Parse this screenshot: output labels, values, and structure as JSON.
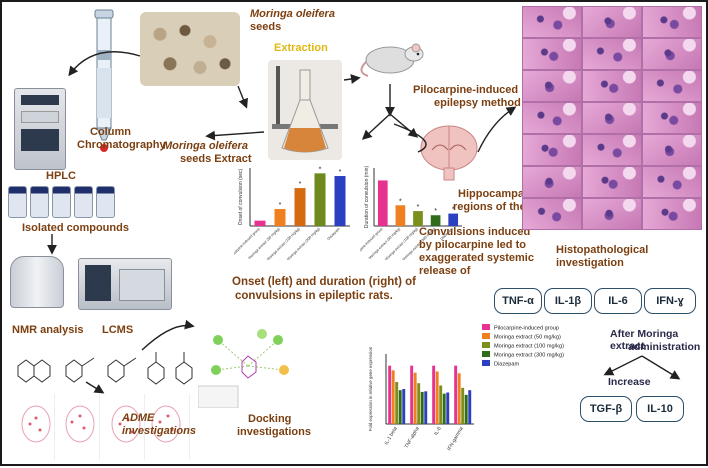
{
  "labels": {
    "moringa_seeds_line1": "Moringa oleifera",
    "moringa_seeds_line2": "seeds",
    "extraction": "Extraction",
    "pilocarpine_line1": "Pilocarpine-induced",
    "pilocarpine_line2": "epilepsy method",
    "column_line1": "Column",
    "column_line2": "Chromatography",
    "seeds_extract_line1": "Moringa oleifera",
    "seeds_extract_line2": "seeds Extract",
    "hplc": "HPLC",
    "isolated": "Isolated compounds",
    "nmr": "NMR analysis",
    "lcms": "LCMS",
    "hippocampal_line1": "Hippocampal",
    "hippocampal_line2": "regions of the brain",
    "histopath": "Histopathological investigation",
    "convulsions_line1": "Convulsions induced",
    "convulsions_line2": "by pilocarpine led to",
    "convulsions_line3": "exaggerated systemic",
    "convulsions_line4": "release of",
    "onset_line1": "Onset (left) and duration (right) of",
    "onset_line2": "convulsions in epileptic rats.",
    "adme_line1": "ADME",
    "adme_line2": "investigations",
    "docking_line1": "Docking",
    "docking_line2": "investigations",
    "after_line1": "After Moringa extract",
    "after_line2": "administration",
    "increase": "Increase"
  },
  "cytokines_release": [
    "TNF-α",
    "IL-1β",
    "IL-6",
    "IFN-ɣ"
  ],
  "cytokines_increase": [
    "TGF-β",
    "IL-10"
  ],
  "colors": {
    "label_brown": "#7b3f10",
    "pink": "#e6338f",
    "orange": "#f07f1f",
    "olive": "#7a8f1c",
    "dark_green": "#2f6d1a",
    "blue": "#2b3fc0",
    "histology": "#d58cc5"
  },
  "chart_data": [
    {
      "type": "bar",
      "ylabel": "Onset of convulsion (sec)",
      "categories": [
        "Pilocarpine-induced group",
        "Moringa extract (50 mg/kg)",
        "Moringa extract (100 mg/kg)",
        "Moringa extract (300 mg/kg)",
        "Diazepam"
      ],
      "values": [
        12,
        38,
        85,
        118,
        112
      ],
      "ylim": [
        0,
        130
      ],
      "colors": [
        "#e6338f",
        "#f07f1f",
        "#d46a12",
        "#6f8a1c",
        "#2b3fc0"
      ],
      "markers": [
        "",
        "*",
        "*",
        "*",
        "*"
      ]
    },
    {
      "type": "bar",
      "ylabel": "Duration of convulsion (min)",
      "categories": [
        "Pilocarpine-induced group",
        "Moringa extract (50 mg/kg)",
        "Moringa extract (100 mg/kg)",
        "Moringa extract (300 mg/kg)",
        "Diazepam"
      ],
      "values": [
        55,
        25,
        18,
        13,
        15
      ],
      "ylim": [
        0,
        70
      ],
      "colors": [
        "#e6338f",
        "#f07f1f",
        "#7a8f1c",
        "#2f6d1a",
        "#2b3fc0"
      ],
      "markers": [
        "",
        "*",
        "*",
        "*",
        "*"
      ]
    },
    {
      "type": "bar",
      "ylabel": "Fold expression in relative gene expression",
      "categories": [
        "IL-1 beta",
        "TNF-alpha",
        "IL-6",
        "IFN-gamma"
      ],
      "series": [
        {
          "name": "Pilocarpine-induced group",
          "values": [
            1.0,
            1.0,
            1.0,
            1.0
          ]
        },
        {
          "name": "Moringa extract (50 mg/kg)",
          "values": [
            0.92,
            0.88,
            0.9,
            0.87
          ]
        },
        {
          "name": "Moringa extract (100 mg/kg)",
          "values": [
            0.72,
            0.7,
            0.66,
            0.62
          ]
        },
        {
          "name": "Moringa extract (300 mg/kg)",
          "values": [
            0.58,
            0.55,
            0.52,
            0.5
          ]
        },
        {
          "name": "Diazepam",
          "values": [
            0.6,
            0.56,
            0.54,
            0.58
          ]
        }
      ],
      "series_colors": [
        "#e6338f",
        "#f07f1f",
        "#7a8f1c",
        "#2f6d1a",
        "#2b3fc0"
      ],
      "ylim": [
        0,
        1.2
      ]
    }
  ]
}
